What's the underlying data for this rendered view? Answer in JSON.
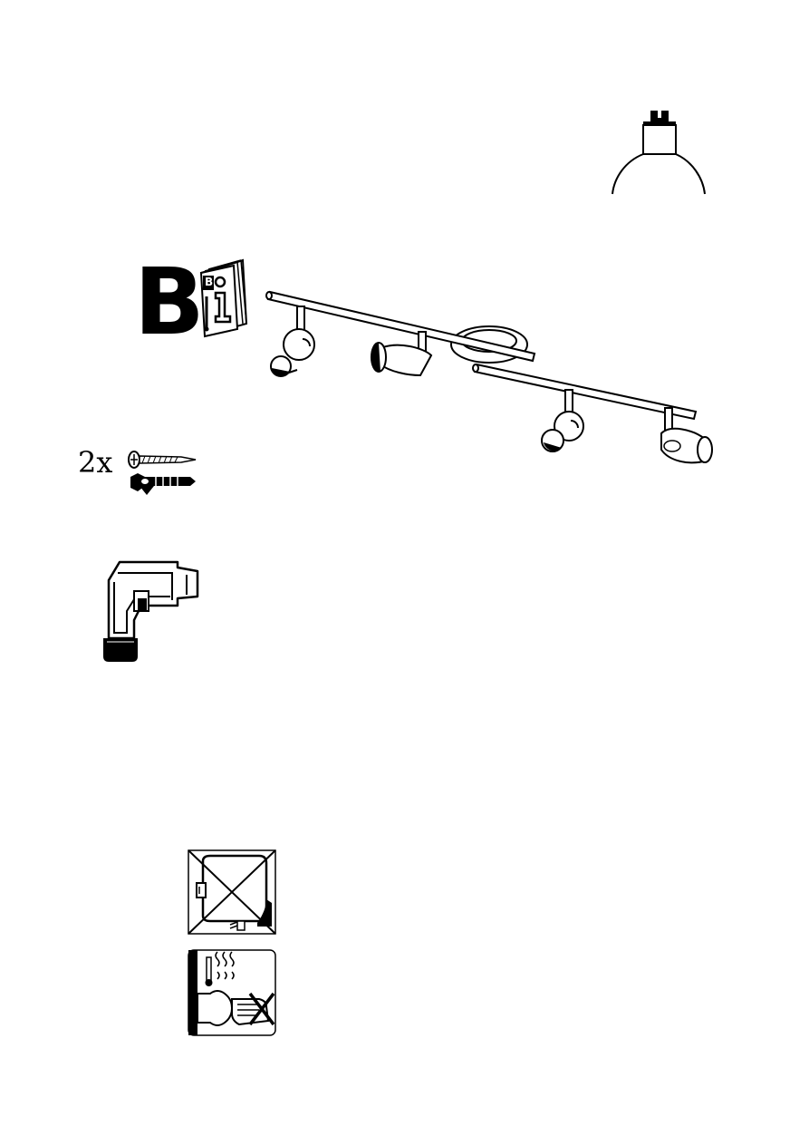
{
  "page": {
    "section_letter": "B",
    "booklet_letter": "B",
    "booklet_info_glyph": "i",
    "fixings_quantity": "2x"
  },
  "icons": {
    "bulb": "gu10-bulb-icon",
    "booklet": "instruction-booklet-icon",
    "fixture": "four-spot-light-bar-illustration",
    "screw": "screw-icon",
    "plug": "wall-plug-icon",
    "drill": "drill-icon",
    "no_cover": "do-not-cover-warning-icon",
    "hot": "hot-surface-warning-icon"
  }
}
